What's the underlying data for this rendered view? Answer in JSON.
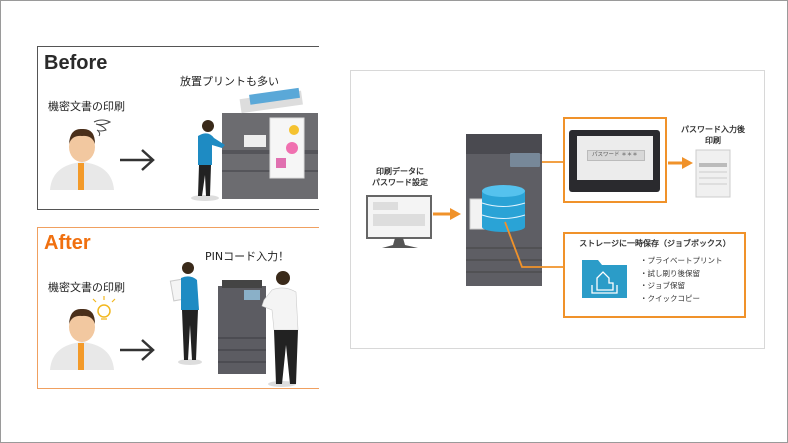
{
  "before": {
    "title": "Before",
    "subject": "機密文書の印刷",
    "caption": "放置プリントも多い"
  },
  "after": {
    "title": "After",
    "subject": "機密文書の印刷",
    "caption": "PINコード入力！"
  },
  "diagram": {
    "pc_label_1": "印刷データに",
    "pc_label_2": "パスワード設定",
    "panel_field": "パスワード ＊＊＊",
    "print_label_1": "パスワード入力後",
    "print_label_2": "印刷",
    "storage_title": "ストレージに一時保存（ジョブボックス）",
    "storage_items": [
      "・プライベートプリント",
      "・試し刷り後保留",
      "・ジョブ保留",
      "・クイックコピー"
    ]
  },
  "colors": {
    "accent": "#f0922a",
    "after_title": "#f07010",
    "db": "#29a7d8",
    "folder": "#2b9cc8"
  }
}
